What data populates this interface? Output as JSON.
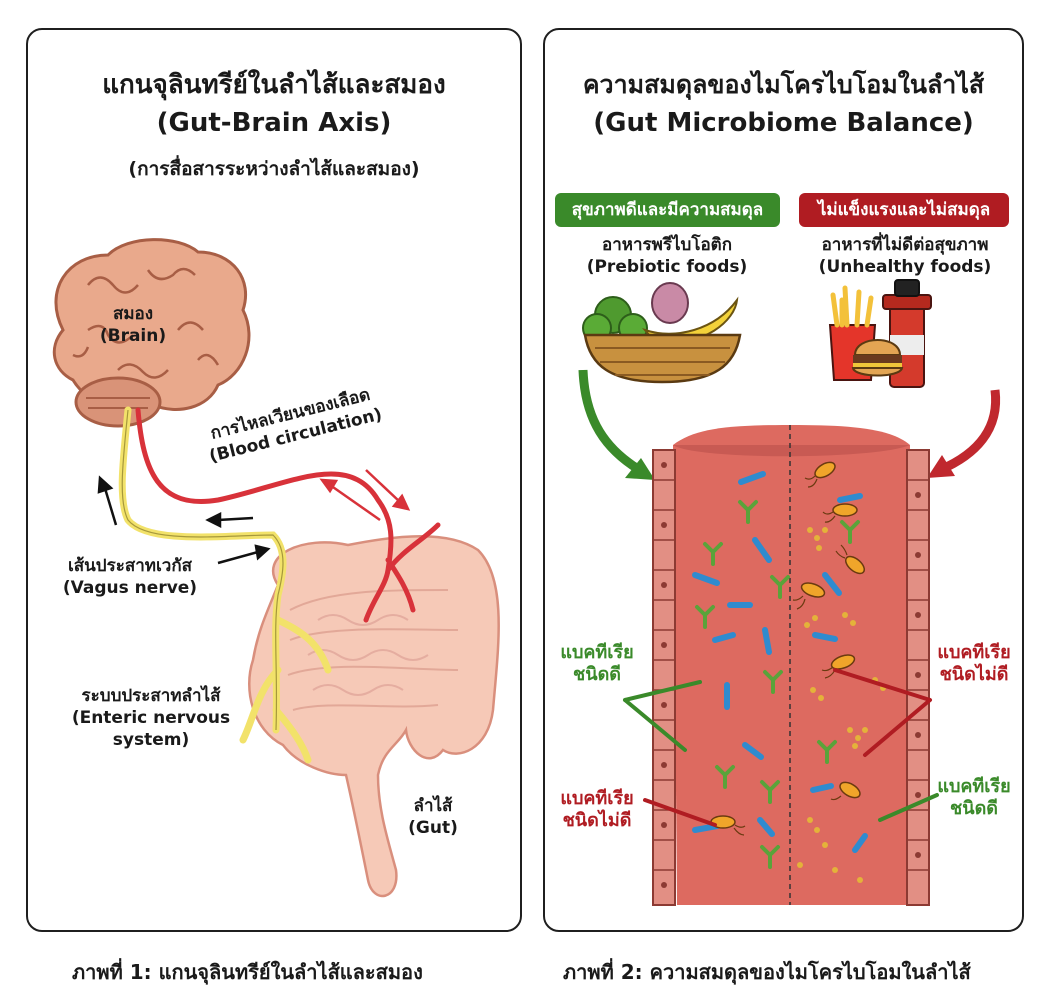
{
  "panel1": {
    "title_th": "แกนจุลินทรีย์ในลำไส้และสมอง",
    "title_en": "(Gut-Brain Axis)",
    "subtitle": "(การสื่อสารระหว่างลำไส้และสมอง)",
    "labels": {
      "brain_th": "สมอง",
      "brain_en": "(Brain)",
      "blood_th": "การไหลเวียนของเลือด",
      "blood_en": "(Blood circulation)",
      "vagus_th": "เส้นประสาทเวกัส",
      "vagus_en": "(Vagus nerve)",
      "ens_th": "ระบบประสาทลำไส้",
      "ens_en": "(Enteric nervous",
      "ens_en2": "system)",
      "gut_th": "ลำไส้",
      "gut_en": "(Gut)"
    }
  },
  "panel2": {
    "title_th": "ความสมดุลของไมโครไบโอมในลำไส้",
    "title_en": "(Gut Microbiome Balance)",
    "badge_good": "สุขภาพดีและมีความสมดุล",
    "badge_bad": "ไม่แข็งแรงและไม่สมดุล",
    "food_good_th": "อาหารพรีไบโอติก",
    "food_good_en": "(Prebiotic foods)",
    "food_bad_th": "อาหารที่ไม่ดีต่อสุขภาพ",
    "food_bad_en": "(Unhealthy foods)",
    "bact_label": "แบคทีเรีย",
    "good_type": "ชนิดดี",
    "bad_type": "ชนิดไม่ดี"
  },
  "captions": {
    "fig1": "ภาพที่ 1: แกนจุลินทรีย์ในลำไส้และสมอง",
    "fig2": "ภาพที่ 2: ความสมดุลของไมโครไบโอมในลำไส้"
  },
  "colors": {
    "good": "#3a8a2a",
    "bad": "#b01c22",
    "nerve": "#f2e26a",
    "blood": "#d8323a",
    "gut": "#f6c9b7",
    "brain": "#e9a98c"
  }
}
